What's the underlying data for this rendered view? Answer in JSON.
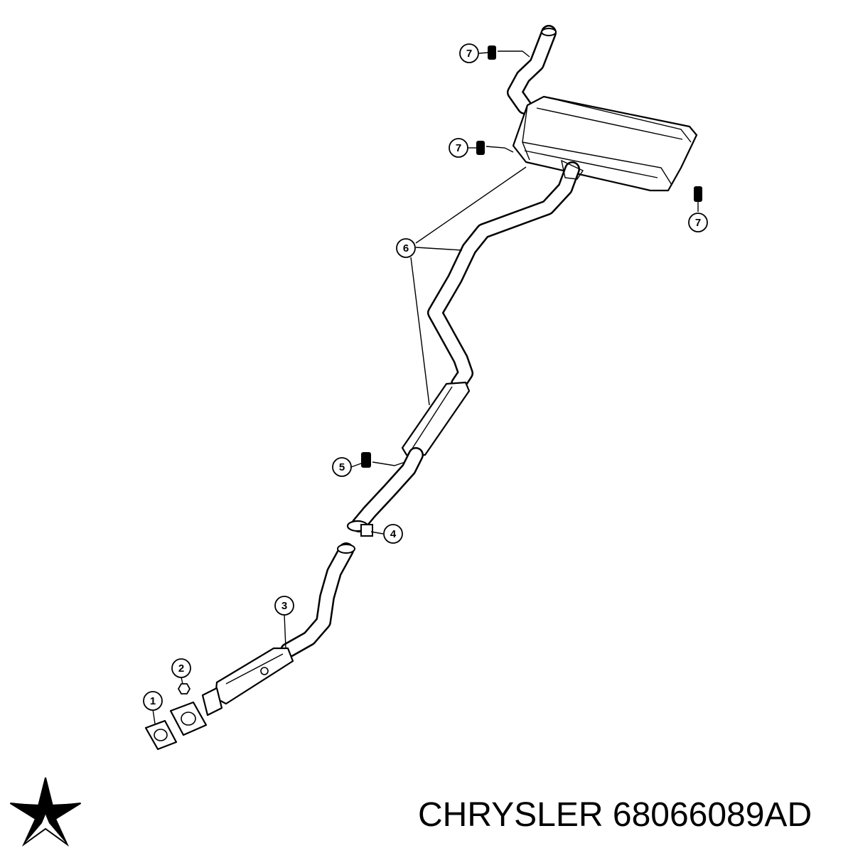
{
  "diagram": {
    "callouts": [
      {
        "id": "1",
        "label": "1"
      },
      {
        "id": "2",
        "label": "2"
      },
      {
        "id": "3",
        "label": "3"
      },
      {
        "id": "4",
        "label": "4"
      },
      {
        "id": "5",
        "label": "5"
      },
      {
        "id": "6",
        "label": "6"
      },
      {
        "id": "7a",
        "label": "7"
      },
      {
        "id": "7b",
        "label": "7"
      },
      {
        "id": "7c",
        "label": "7"
      }
    ]
  },
  "caption": {
    "text": "CHRYSLER 68066089AD"
  },
  "logo": {
    "brand": "Chrysler",
    "icon": "pentastar-icon",
    "color": "#000000"
  }
}
